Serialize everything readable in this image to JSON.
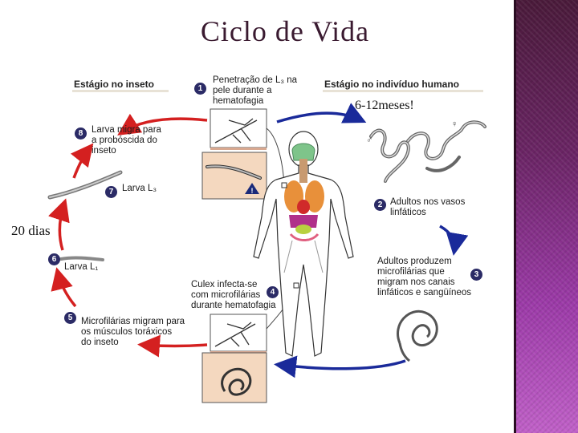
{
  "title": "Ciclo de Vida",
  "headers": {
    "insect": "Estágio no inseto",
    "human": "Estágio no indivíduo humano"
  },
  "steps": [
    {
      "num": "1",
      "lines": [
        "Penetração de L₃ na",
        "pele durante a",
        "hematofagia"
      ]
    },
    {
      "num": "2",
      "lines": [
        "Adultos nos vasos",
        "linfáticos"
      ]
    },
    {
      "num": "3",
      "lines": [
        "Adultos produzem",
        "microfilárias que",
        "migram nos canais",
        "linfáticos e sangüíneos"
      ]
    },
    {
      "num": "4",
      "lines": [
        "Culex infecta-se",
        "com microfilárias",
        "durante hematofagia"
      ]
    },
    {
      "num": "5",
      "lines": [
        "Microfilárias migram para",
        "os músculos toráxicos",
        "do inseto"
      ]
    },
    {
      "num": "6",
      "lines": [
        "Larva L₁"
      ]
    },
    {
      "num": "7",
      "lines": [
        "Larva L₃"
      ]
    },
    {
      "num": "8",
      "lines": [
        "Larva migra para",
        "a probóscida do",
        "inseto"
      ]
    }
  ],
  "notes": {
    "duration_human": "6-12meses!",
    "duration_insect": "20 dias"
  },
  "colors": {
    "insect_arrow": "#d42020",
    "human_arrow": "#1a2a9a",
    "badge": "#2b2b66",
    "title": "#3a1a30",
    "sidebar": "#7a2a78"
  }
}
